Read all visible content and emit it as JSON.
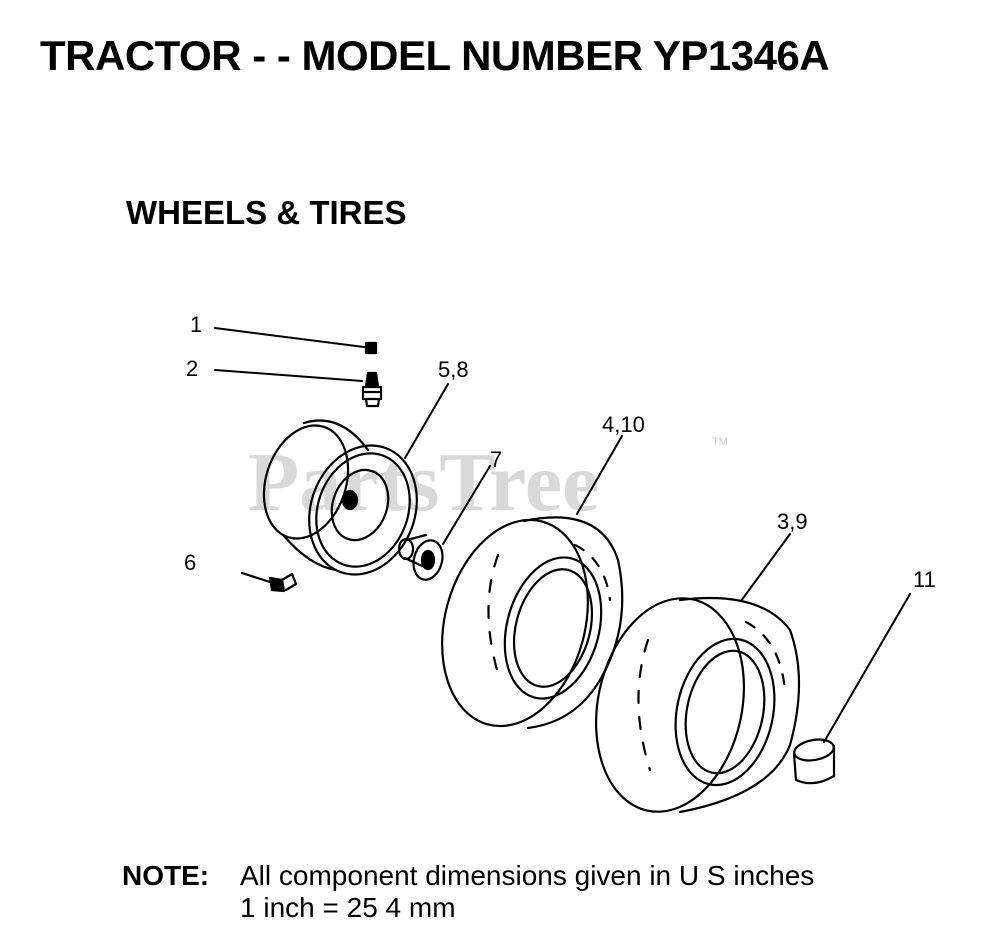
{
  "header": {
    "title": "TRACTOR - - MODEL NUMBER YP1346A",
    "section": "WHEELS & TIRES"
  },
  "watermark": {
    "text": "PartsTree",
    "mark": "TM",
    "color": "#d9d9d9"
  },
  "callouts": [
    {
      "id": "1",
      "part": "valve-cap"
    },
    {
      "id": "2",
      "part": "valve-stem"
    },
    {
      "id": "5,8",
      "part": "rim"
    },
    {
      "id": "7",
      "part": "bushing"
    },
    {
      "id": "4,10",
      "part": "front-tire"
    },
    {
      "id": "3,9",
      "part": "rear-tire"
    },
    {
      "id": "11",
      "part": "hub-cap"
    },
    {
      "id": "6",
      "part": "fitting"
    }
  ],
  "note": {
    "label": "NOTE:",
    "line1": "All component dimensions given in U S  inches",
    "line2": "1 inch = 25 4 mm"
  }
}
